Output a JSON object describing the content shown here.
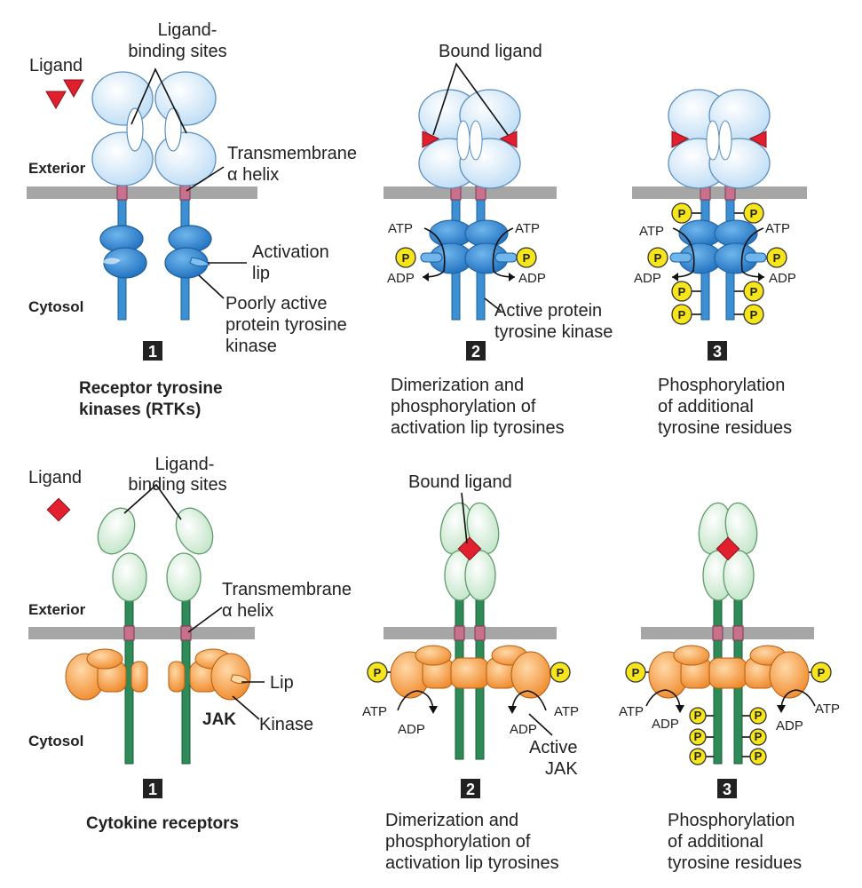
{
  "panel_top": {
    "ligand": "Ligand",
    "ligand_binding_sites": [
      "Ligand-",
      "binding sites"
    ],
    "bound_ligand": "Bound ligand",
    "exterior": "Exterior",
    "cytosol": "Cytosol",
    "transmembrane": [
      "Transmembrane",
      "α helix"
    ],
    "activation_lip": [
      "Activation",
      "lip"
    ],
    "poorly_active": [
      "Poorly active",
      "protein tyrosine",
      "kinase"
    ],
    "active_kinase": [
      "Active protein",
      "tyrosine kinase"
    ],
    "atp": "ATP",
    "adp": "ADP",
    "p": "P",
    "steps": [
      "1",
      "2",
      "3"
    ],
    "title": [
      "Receptor tyrosine",
      "kinases (RTKs)"
    ],
    "caption2": [
      "Dimerization and",
      "phosphorylation of",
      "activation lip tyrosines"
    ],
    "caption3": [
      "Phosphorylation",
      "of additional",
      "tyrosine residues"
    ]
  },
  "panel_bottom": {
    "ligand": "Ligand",
    "ligand_binding_sites": [
      "Ligand-",
      "binding sites"
    ],
    "bound_ligand": "Bound ligand",
    "exterior": "Exterior",
    "cytosol": "Cytosol",
    "transmembrane": [
      "Transmembrane",
      "α helix"
    ],
    "lip": "Lip",
    "jak": "JAK",
    "kinase": "Kinase",
    "active_jak": [
      "Active",
      "JAK"
    ],
    "atp": "ATP",
    "adp": "ADP",
    "p": "P",
    "steps": [
      "1",
      "2",
      "3"
    ],
    "title": "Cytokine receptors",
    "caption2": [
      "Dimerization and",
      "phosphorylation of",
      "activation lip tyrosines"
    ],
    "caption3": [
      "Phosphorylation",
      "of additional",
      "tyrosine residues"
    ]
  },
  "colors": {
    "rtk_domain": "#cfe6f8",
    "rtk_stalk": "#3c8fd0",
    "rtk_kinase": "#2f7fc9",
    "cytokine_domain": "#d3eed6",
    "cytokine_stalk": "#2e8b57",
    "jak": "#f5a04a",
    "membrane": "#a6a6a6",
    "tm_segment": "#c9708a",
    "ligand": "#e0202e",
    "phosphate": "#f7e51c",
    "step_box": "#222222"
  }
}
